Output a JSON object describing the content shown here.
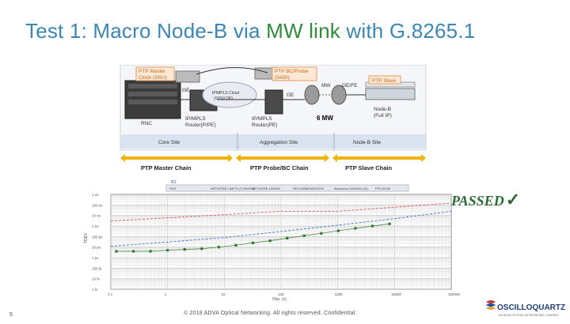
{
  "slide": {
    "title_prefix": "Test 1: Macro Node-B via ",
    "title_highlight": "MW link",
    "title_suffix": " with G.8265.1",
    "passed_label": "PASSED",
    "passed_check": "✓",
    "page_number": "5",
    "copyright": "© 2018 ADVA Optical Networking. All rights reserved. Confidential."
  },
  "diagram": {
    "ptp_master_clock": [
      "PTP Master",
      "Clock (SSU)"
    ],
    "ptp_bc_probe": [
      "PTP BC/Probe",
      "(5430)"
    ],
    "ptp_slave": "PTP Slave",
    "ge_left": "GE",
    "ge_mid": "GE",
    "mw_label": "MW",
    "ge_fe": "GE/FE",
    "ipmpls_cloud": [
      "IP/MPLS Cloud",
      "(ISIS/LDP)"
    ],
    "rnc": "RNC",
    "router_pe_1": [
      "IP/MPLS",
      "Router(P/PE)"
    ],
    "router_pe_2": [
      "IP/MPLS",
      "Router(PE)"
    ],
    "node_b": [
      "Node-B",
      "(Full IP)"
    ],
    "mw_highlight": "6 MW",
    "sites": [
      "Core Site",
      "Aggregation Site",
      "Node-B Site"
    ],
    "chains": [
      "PTP Master Chain",
      "PTP Probe/BC Chain",
      "PTP Slave Chain"
    ]
  },
  "logo": {
    "name": "OSCILLOQUARTZ",
    "tagline": "AN ADVA OPTICAL NETWORKING COMPANY",
    "colors": [
      "#c0392b",
      "#1f4e9b",
      "#e8a33d"
    ]
  },
  "chart_data": {
    "type": "line",
    "title": "",
    "header_tag": "R1",
    "toolbar_fields": [
      "PDS",
      "NETWORK LIMITS (?) 50/4000",
      "NETWORK 10/5000",
      "RECOMMENDATION",
      "Measured 10/5000/4 (0)",
      "PTD 60/40"
    ],
    "xlabel": "Obs. (s)",
    "ylabel": "TDEV",
    "x_scale": "log",
    "y_scale": "log",
    "grid": true,
    "x_tick_labels": [
      "0.1",
      "1",
      "10",
      "100",
      "1000",
      "10000",
      "100000"
    ],
    "y_tick_labels": [
      "1 us",
      "100 ns",
      "10 ns",
      "1 ns",
      "100 ps",
      "10 ps",
      "1 ps",
      "100 fs",
      "10 fs",
      "1 fs"
    ],
    "series": [
      {
        "color": "#e05050",
        "style": "dashed",
        "x": [
          0.1,
          1,
          10,
          100,
          1000,
          10000,
          100000
        ],
        "y": [
          3,
          6,
          12,
          25,
          25,
          60,
          150
        ]
      },
      {
        "color": "#3b6fd6",
        "style": "dashed",
        "x": [
          0.1,
          1,
          10,
          100,
          1000,
          10000,
          100000
        ],
        "y": [
          0.012,
          0.03,
          0.08,
          0.3,
          1.2,
          5,
          25
        ]
      },
      {
        "color": "#2d7a2d",
        "style": "markers",
        "x": [
          0.125,
          0.25,
          0.5,
          1,
          2,
          4,
          8,
          16,
          32,
          64,
          128,
          256,
          512,
          1024,
          2048,
          4096,
          8192
        ],
        "y": [
          0.004,
          0.004,
          0.004,
          0.005,
          0.006,
          0.007,
          0.01,
          0.015,
          0.025,
          0.04,
          0.07,
          0.12,
          0.2,
          0.35,
          0.6,
          1.0,
          1.6
        ]
      }
    ]
  }
}
